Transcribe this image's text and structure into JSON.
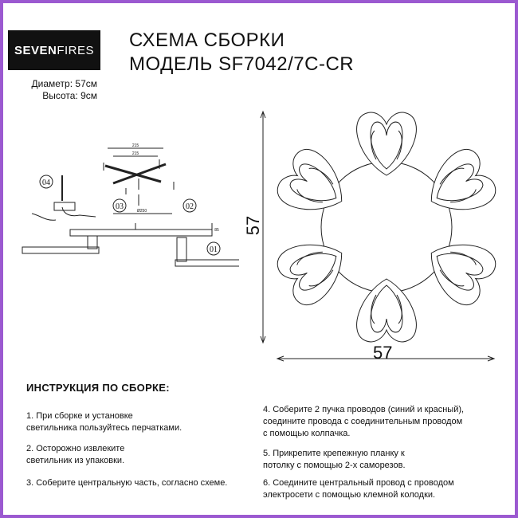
{
  "brand": {
    "part1": "SEVEN",
    "part2": "FIRES"
  },
  "title": {
    "line1": "СХЕМА СБОРКИ",
    "line2": "МОДЕЛЬ SF7042/7C-CR"
  },
  "specs": {
    "diameter": "Диаметр: 57см",
    "height": "Высота: 9см"
  },
  "dimensions": {
    "height": "57",
    "width": "57"
  },
  "callouts": {
    "c01": "01",
    "c02": "02",
    "c03": "03",
    "c04": "04"
  },
  "drawing_labels": {
    "w215a": "215",
    "w215b": "215",
    "d250": "Ø250",
    "h85": "85"
  },
  "instructions": {
    "heading": "ИНСТРУКЦИЯ ПО СБОРКЕ:",
    "steps": [
      {
        "line1": "1. При сборке и установке",
        "line2": "светильника пользуйтесь перчатками."
      },
      {
        "line1": "2. Осторожно извлеките",
        "line2": "светильник из упаковки."
      },
      {
        "line1": "3. Соберите центральную часть, согласно схеме.",
        "line2": ""
      },
      {
        "line1": "4. Соберите 2 пучка проводов (синий и красный),",
        "line2": "соедините провода с соединительным проводом",
        "line3": "с помощью колпачка."
      },
      {
        "line1": "5. Прикрепите крепежную планку к",
        "line2": "потолку с помощью 2-х саморезов."
      },
      {
        "line1": "6. Соедините центральный провод с проводом",
        "line2": "электросети с помощью клемной колодки."
      }
    ]
  }
}
